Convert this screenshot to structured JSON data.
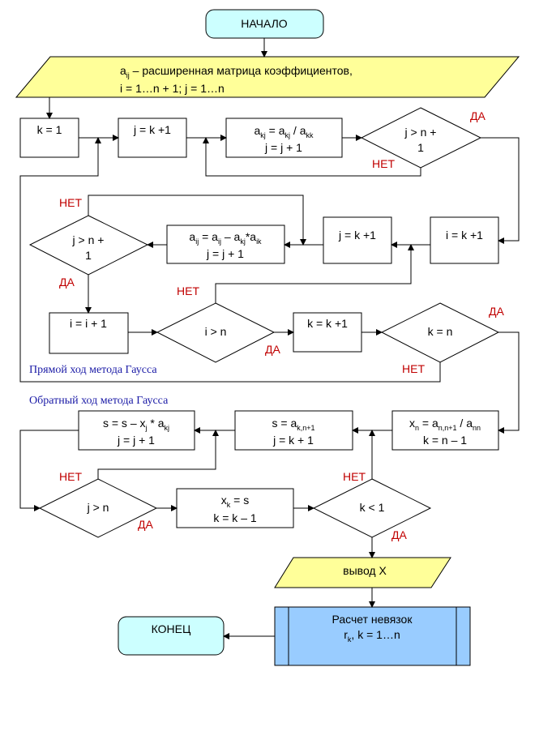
{
  "start": "НАЧАЛО",
  "input": {
    "line1_a": "a",
    "line1_sub": "ij",
    "line1_rest": " – расширенная матрица коэффициентов,",
    "line2": "i = 1…n + 1; j = 1…n"
  },
  "k1": "k = 1",
  "jk1": "j = k +1",
  "divide": {
    "a1": "a",
    "s1": "kj",
    "eq": " = a",
    "s2": "kj",
    "sl": " / a",
    "s3": "kk",
    "line2": "j = j + 1"
  },
  "cond_j_n1": {
    "line1": "j > n +",
    "line2": "1"
  },
  "ik1": "i = k +1",
  "jk1b": "j = k +1",
  "elim": {
    "a": "a",
    "s1": "ij",
    "eq": " = a",
    "s2": "ij",
    "mn": " – a",
    "s3": "kj",
    "mul": "*a",
    "s4": "ik",
    "line2": "j = j + 1"
  },
  "cond_j_n1b": {
    "line1": "j > n +",
    "line2": "1"
  },
  "ii1": "i = i + 1",
  "cond_i_n": "i > n",
  "kk1": "k = k +1",
  "cond_k_n": "k = n",
  "forward_label": "Прямой ход метода Гаусса",
  "backward_label": "Обратный ход метода Гаусса",
  "xn": {
    "x": "x",
    "s1": "n",
    "eq": " = a",
    "s2": "n,n+1",
    "sl": " / a",
    "s3": "nn",
    "line2": "k = n – 1"
  },
  "s_init": {
    "s": "s = a",
    "s1": "k,n+1",
    "line2": "j = k + 1"
  },
  "s_update": {
    "a": "s = s – x",
    "s1": "j",
    "mul": " * a",
    "s2": "kj",
    "line2": "j = j + 1"
  },
  "cond_j_n": "j > n",
  "xk": {
    "x": "x",
    "s1": "k",
    "eq": " = s",
    "line2": "k = k – 1"
  },
  "cond_k_1": "k < 1",
  "output": "вывод X",
  "residuals": {
    "line1": "Расчет невязок",
    "r": "r",
    "s1": "k",
    "rest": ", k = 1…n"
  },
  "end": "КОНЕЦ",
  "yes": "ДА",
  "no": "НЕТ",
  "colors": {
    "terminal": "#ccffff",
    "io": "#ffff99",
    "process": "#99ccff",
    "label": "#c00000",
    "section": "#1a1aa6"
  }
}
